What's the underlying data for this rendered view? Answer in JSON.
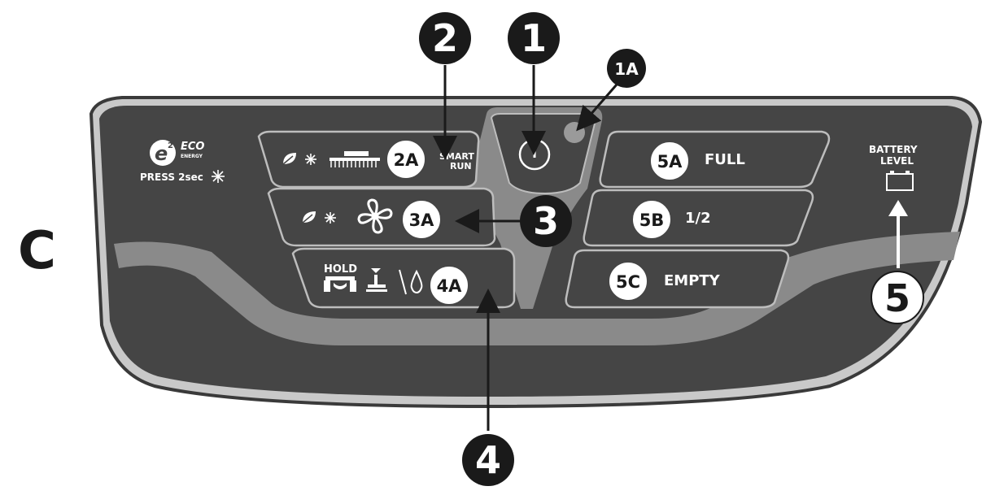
{
  "figure_label": "C",
  "callouts": {
    "c1": "1",
    "c1a": "1A",
    "c2": "2",
    "c3": "3",
    "c4": "4",
    "c5": "5"
  },
  "buttons": {
    "b2a": "2A",
    "b3a": "3A",
    "b4a": "4A",
    "b5a": "5A",
    "b5b": "5B",
    "b5c": "5C"
  },
  "eco": {
    "logo_letter": "e",
    "logo_sup": "2",
    "line1": "ECO",
    "line2": "ENERGY",
    "press": "PRESS 2sec"
  },
  "smart_run": {
    "line1": "SMART",
    "line2": "RUN"
  },
  "hold_label": "HOLD",
  "levels": {
    "full": "FULL",
    "half": "1/2",
    "empty": "EMPTY"
  },
  "battery": {
    "line1": "BATTERY",
    "line2": "LEVEL"
  },
  "colors": {
    "panel_dark": "#454545",
    "panel_mid": "#8a8a8a",
    "panel_light": "#bdbdbd",
    "callout_fill": "#1a1a1a"
  },
  "icons": [
    "leaf-icon",
    "sun-icon",
    "brush-icon",
    "fan-icon",
    "squeegee-icon",
    "drop-icon",
    "power-icon",
    "battery-icon"
  ]
}
